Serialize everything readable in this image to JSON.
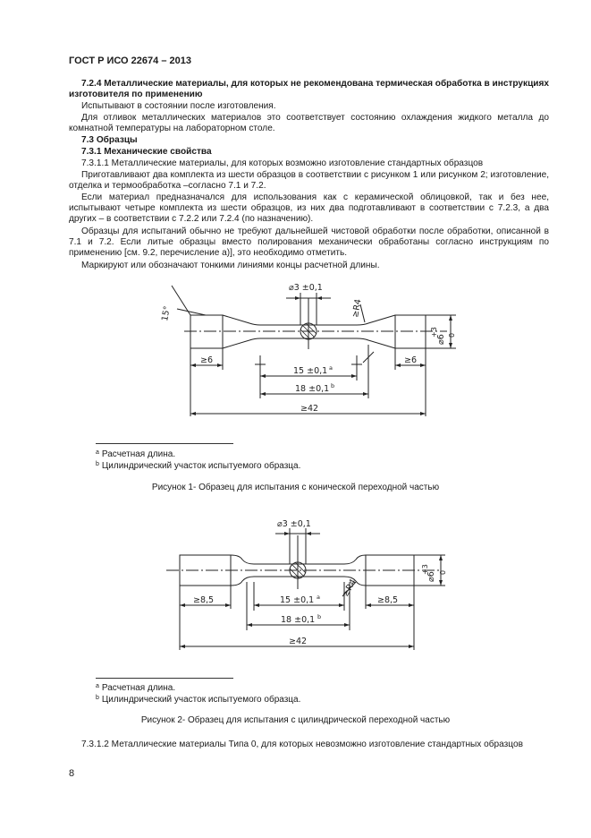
{
  "header": {
    "doc_code": "ГОСТ Р ИСО 22674 – 2013"
  },
  "section_724": {
    "heading": "7.2.4 Металлические материалы, для которых не рекомендована термическая обработка в инструкциях изготовителя по применению",
    "p1": "Испытывают в состоянии после изготовления.",
    "p2": "Для отливок металлических материалов это соответствует состоянию охлаждения жидкого металла до комнатной температуры на лабораторном столе."
  },
  "section_73": {
    "heading": "7.3 Образцы"
  },
  "section_731": {
    "heading": "7.3.1 Механические свойства",
    "p7311": "7.3.1.1 Металлические материалы, для которых возможно изготовление стандартных образцов",
    "p_prepare": "Приготавливают два комплекта из шести образцов в соответствии с рисунком 1 или рисунком 2; изготовление, отделка и термообработка –согласно 7.1 и 7.2.",
    "p_ceramic": "Если материал предназначался для использования как с керамической облицовкой, так и без нее, испытывают четыре комплекта из шести образцов, из них два подготавливают в соответствии с 7.2.3, а два других – в соответствии с 7.2.2 или 7.2.4 (по назначению).",
    "p_finish": "Образцы для испытаний обычно не требуют дальнейшей чистовой обработки после обработки, описанной в 7.1 и 7.2. Если литые образцы вместо полирования механически обработаны согласно инструкциям по применению [см. 9.2, перечисление а)], это необходимо отметить.",
    "p_mark": "Маркируют или обозначают тонкими линиями концы расчетной длины."
  },
  "figure1": {
    "dims": {
      "dia3": "⌀3 ±0,1",
      "angle15": "15°",
      "r4": "≥R4",
      "dia6": "⌀6 +3/0",
      "dia6_main": "⌀6",
      "dia6_tol_up": "+3",
      "dia6_tol_low": "0",
      "left6": "≥6",
      "right6": "≥6",
      "gauge15": "15 ±0,1",
      "gauge15_sup": "a",
      "cyl18": "18 ±0,1",
      "cyl18_sup": "b",
      "total42": "≥42"
    },
    "footnotes": [
      {
        "mark": "a",
        "text": "Расчетная длина."
      },
      {
        "mark": "b",
        "text": "Цилиндрический участок испытуемого образца."
      }
    ],
    "caption": "Рисунок 1- Образец для испытания с конической переходной частью"
  },
  "figure2": {
    "dims": {
      "dia3": "⌀3 ±0,1",
      "r4": "≥R4",
      "dia6_main": "⌀6",
      "dia6_tol_up": "+3",
      "dia6_tol_low": "0",
      "left85": "≥8,5",
      "right85": "≥8,5",
      "gauge15": "15 ±0,1",
      "gauge15_sup": "a",
      "cyl18": "18 ±0,1",
      "cyl18_sup": "b",
      "total42": "≥42"
    },
    "footnotes": [
      {
        "mark": "a",
        "text": "Расчетная длина."
      },
      {
        "mark": "b",
        "text": "Цилиндрический участок испытуемого образца."
      }
    ],
    "caption": "Рисунок 2- Образец для испытания с цилиндрической переходной частью"
  },
  "section_7312": {
    "text": "7.3.1.2 Металлические материалы Типа 0, для которых невозможно изготовление стандартных образцов"
  },
  "footer": {
    "page_number": "8"
  }
}
